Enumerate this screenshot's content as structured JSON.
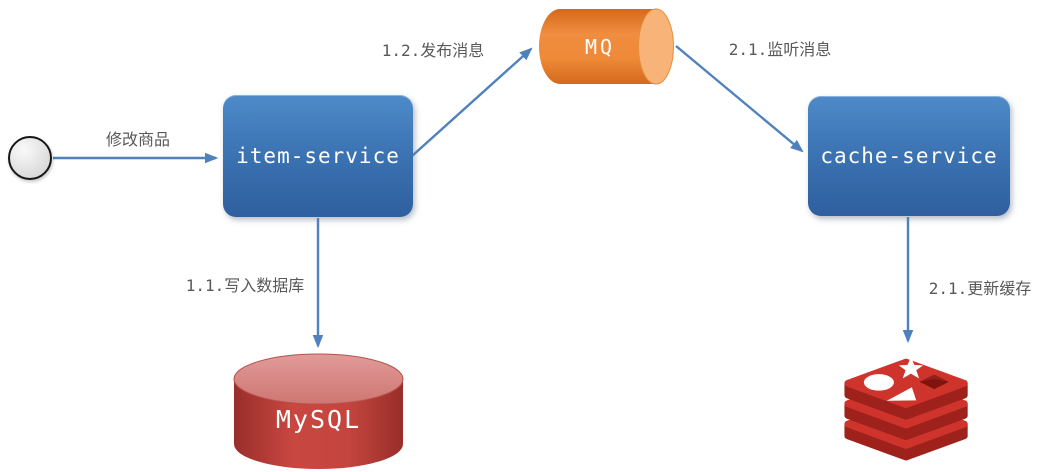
{
  "diagram": {
    "nodes": {
      "item_service": {
        "label": "item-service"
      },
      "cache_service": {
        "label": "cache-service"
      },
      "mq": {
        "label": "MQ"
      },
      "mysql": {
        "label": "MySQL"
      },
      "redis": {
        "icon": "redis-logo"
      },
      "start": {
        "icon": "start-circle"
      }
    },
    "edges": {
      "start_to_item": {
        "label": "修改商品"
      },
      "item_to_mysql": {
        "label": "1.1.写入数据库"
      },
      "item_to_mq": {
        "label": "1.2.发布消息"
      },
      "mq_to_cache": {
        "label": "2.1.监听消息"
      },
      "cache_to_redis": {
        "label": "2.1.更新缓存"
      }
    },
    "colors": {
      "service_blue_top": "#4e8ac9",
      "service_blue_bottom": "#2f5f9e",
      "queue_orange": "#ed7d31",
      "queue_cap_orange": "#f8b478",
      "database_red": "#c94741",
      "database_top_red": "#dd9391",
      "redis_red": "#ce342b",
      "redis_dark_red": "#9e211b",
      "arrow_blue": "#4f81bd",
      "label_gray": "#595959"
    }
  }
}
